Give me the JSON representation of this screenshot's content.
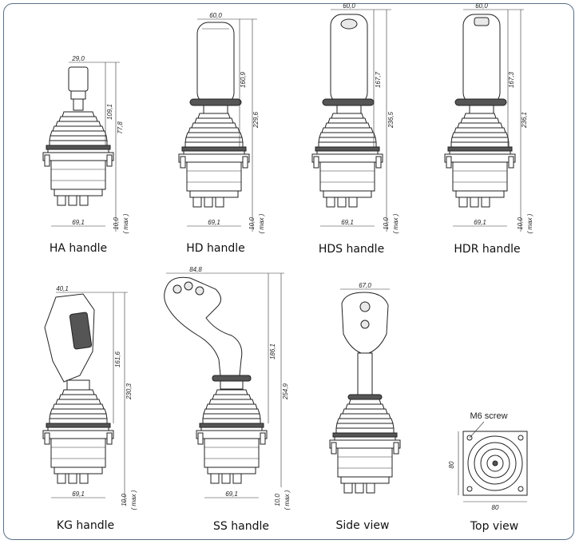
{
  "panels": [
    {
      "id": "ha",
      "label": "HA handle",
      "dims": {
        "top": "29,0",
        "height1": "109,1",
        "height2": "77,8",
        "base": "69,1",
        "bottom": "10,0",
        "max": "( max )"
      }
    },
    {
      "id": "hd",
      "label": "HD handle",
      "dims": {
        "top": "60,0",
        "height1": "160,9",
        "height2": "229,6",
        "base": "69,1",
        "bottom": "10,0",
        "max": "( max )"
      }
    },
    {
      "id": "hds",
      "label": "HDS handle",
      "dims": {
        "top": "60,0",
        "height1": "167,7",
        "height2": "236,5",
        "base": "69,1",
        "bottom": "10,0",
        "max": "( max )"
      }
    },
    {
      "id": "hdr",
      "label": "HDR handle",
      "dims": {
        "top": "60,0",
        "height1": "167,3",
        "height2": "236,1",
        "base": "69,1",
        "bottom": "10,0",
        "max": "( max )"
      }
    },
    {
      "id": "kg",
      "label": "KG handle",
      "dims": {
        "top": "40,1",
        "height1": "161,6",
        "height2": "230,3",
        "base": "69,1",
        "bottom": "10,0",
        "max": "( max )"
      }
    },
    {
      "id": "ss",
      "label": "SS handle",
      "dims": {
        "top": "84,8",
        "height1": "186,1",
        "height2": "254,9",
        "base": "69,1",
        "bottom": "10,0",
        "max": "( max )"
      }
    },
    {
      "id": "side",
      "label": "Side view",
      "dims": {
        "top": "67,0"
      }
    },
    {
      "id": "topv",
      "label": "Top view",
      "dims": {
        "screw": "M6 screw",
        "w": "80",
        "h": "80"
      }
    }
  ]
}
